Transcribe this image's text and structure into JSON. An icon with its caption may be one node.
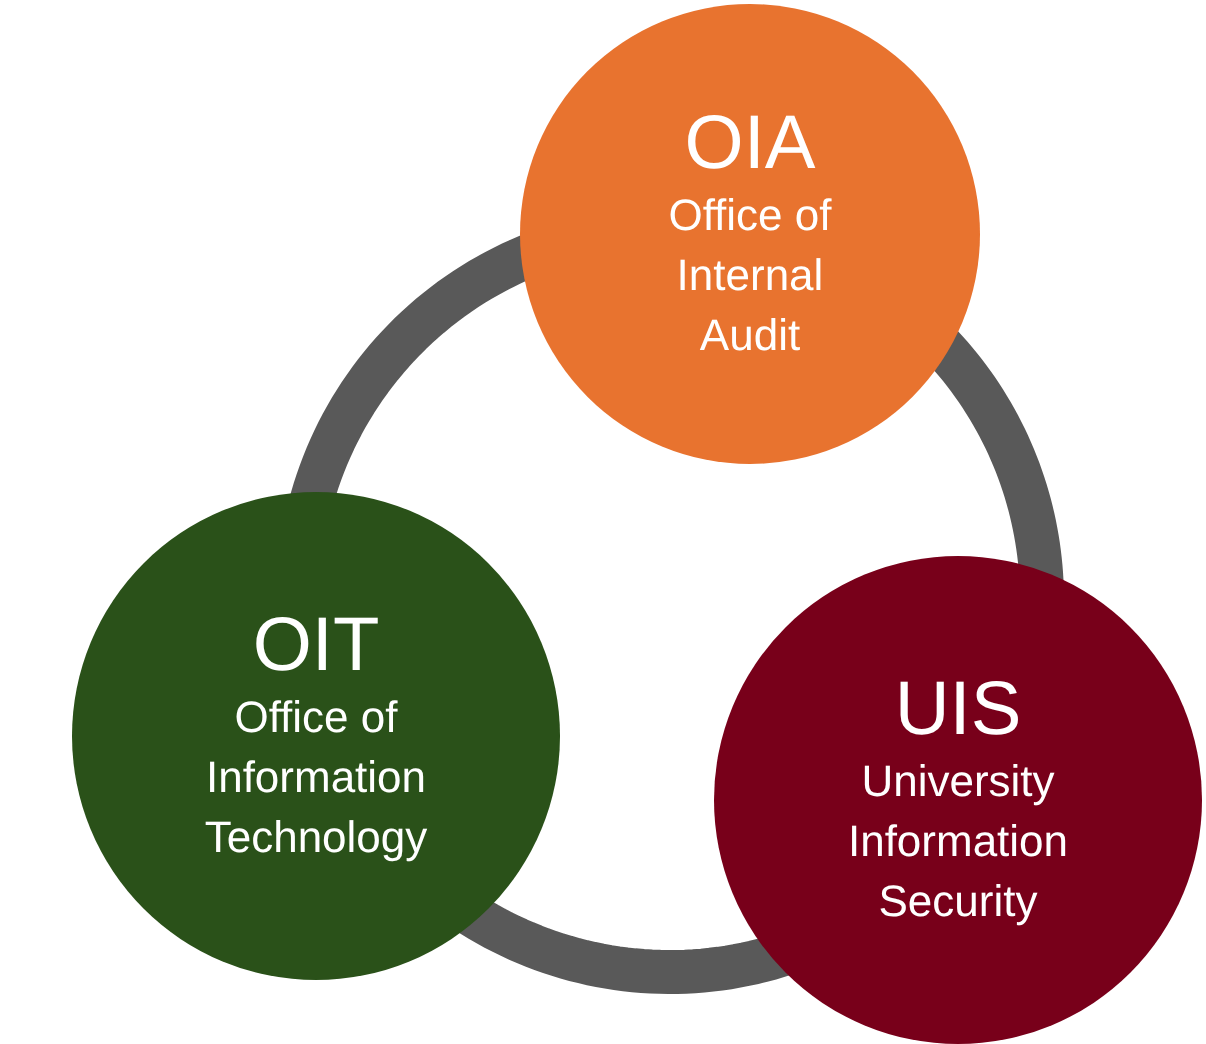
{
  "diagram": {
    "nodes": [
      {
        "text": [
          "OIA",
          "Office of Internal Audit"
        ]
      },
      {
        "text": [
          "OIT",
          "Office of Information Technology"
        ]
      },
      {
        "text": [
          "UIS",
          "University Information Security"
        ]
      }
    ],
    "edges": [
      {
        "from": 0,
        "to": 2,
        "arrow": "none"
      },
      {
        "from": 2,
        "to": 1,
        "arrow": "none"
      },
      {
        "from": 1,
        "to": 0,
        "arrow": "none"
      }
    ]
  }
}
